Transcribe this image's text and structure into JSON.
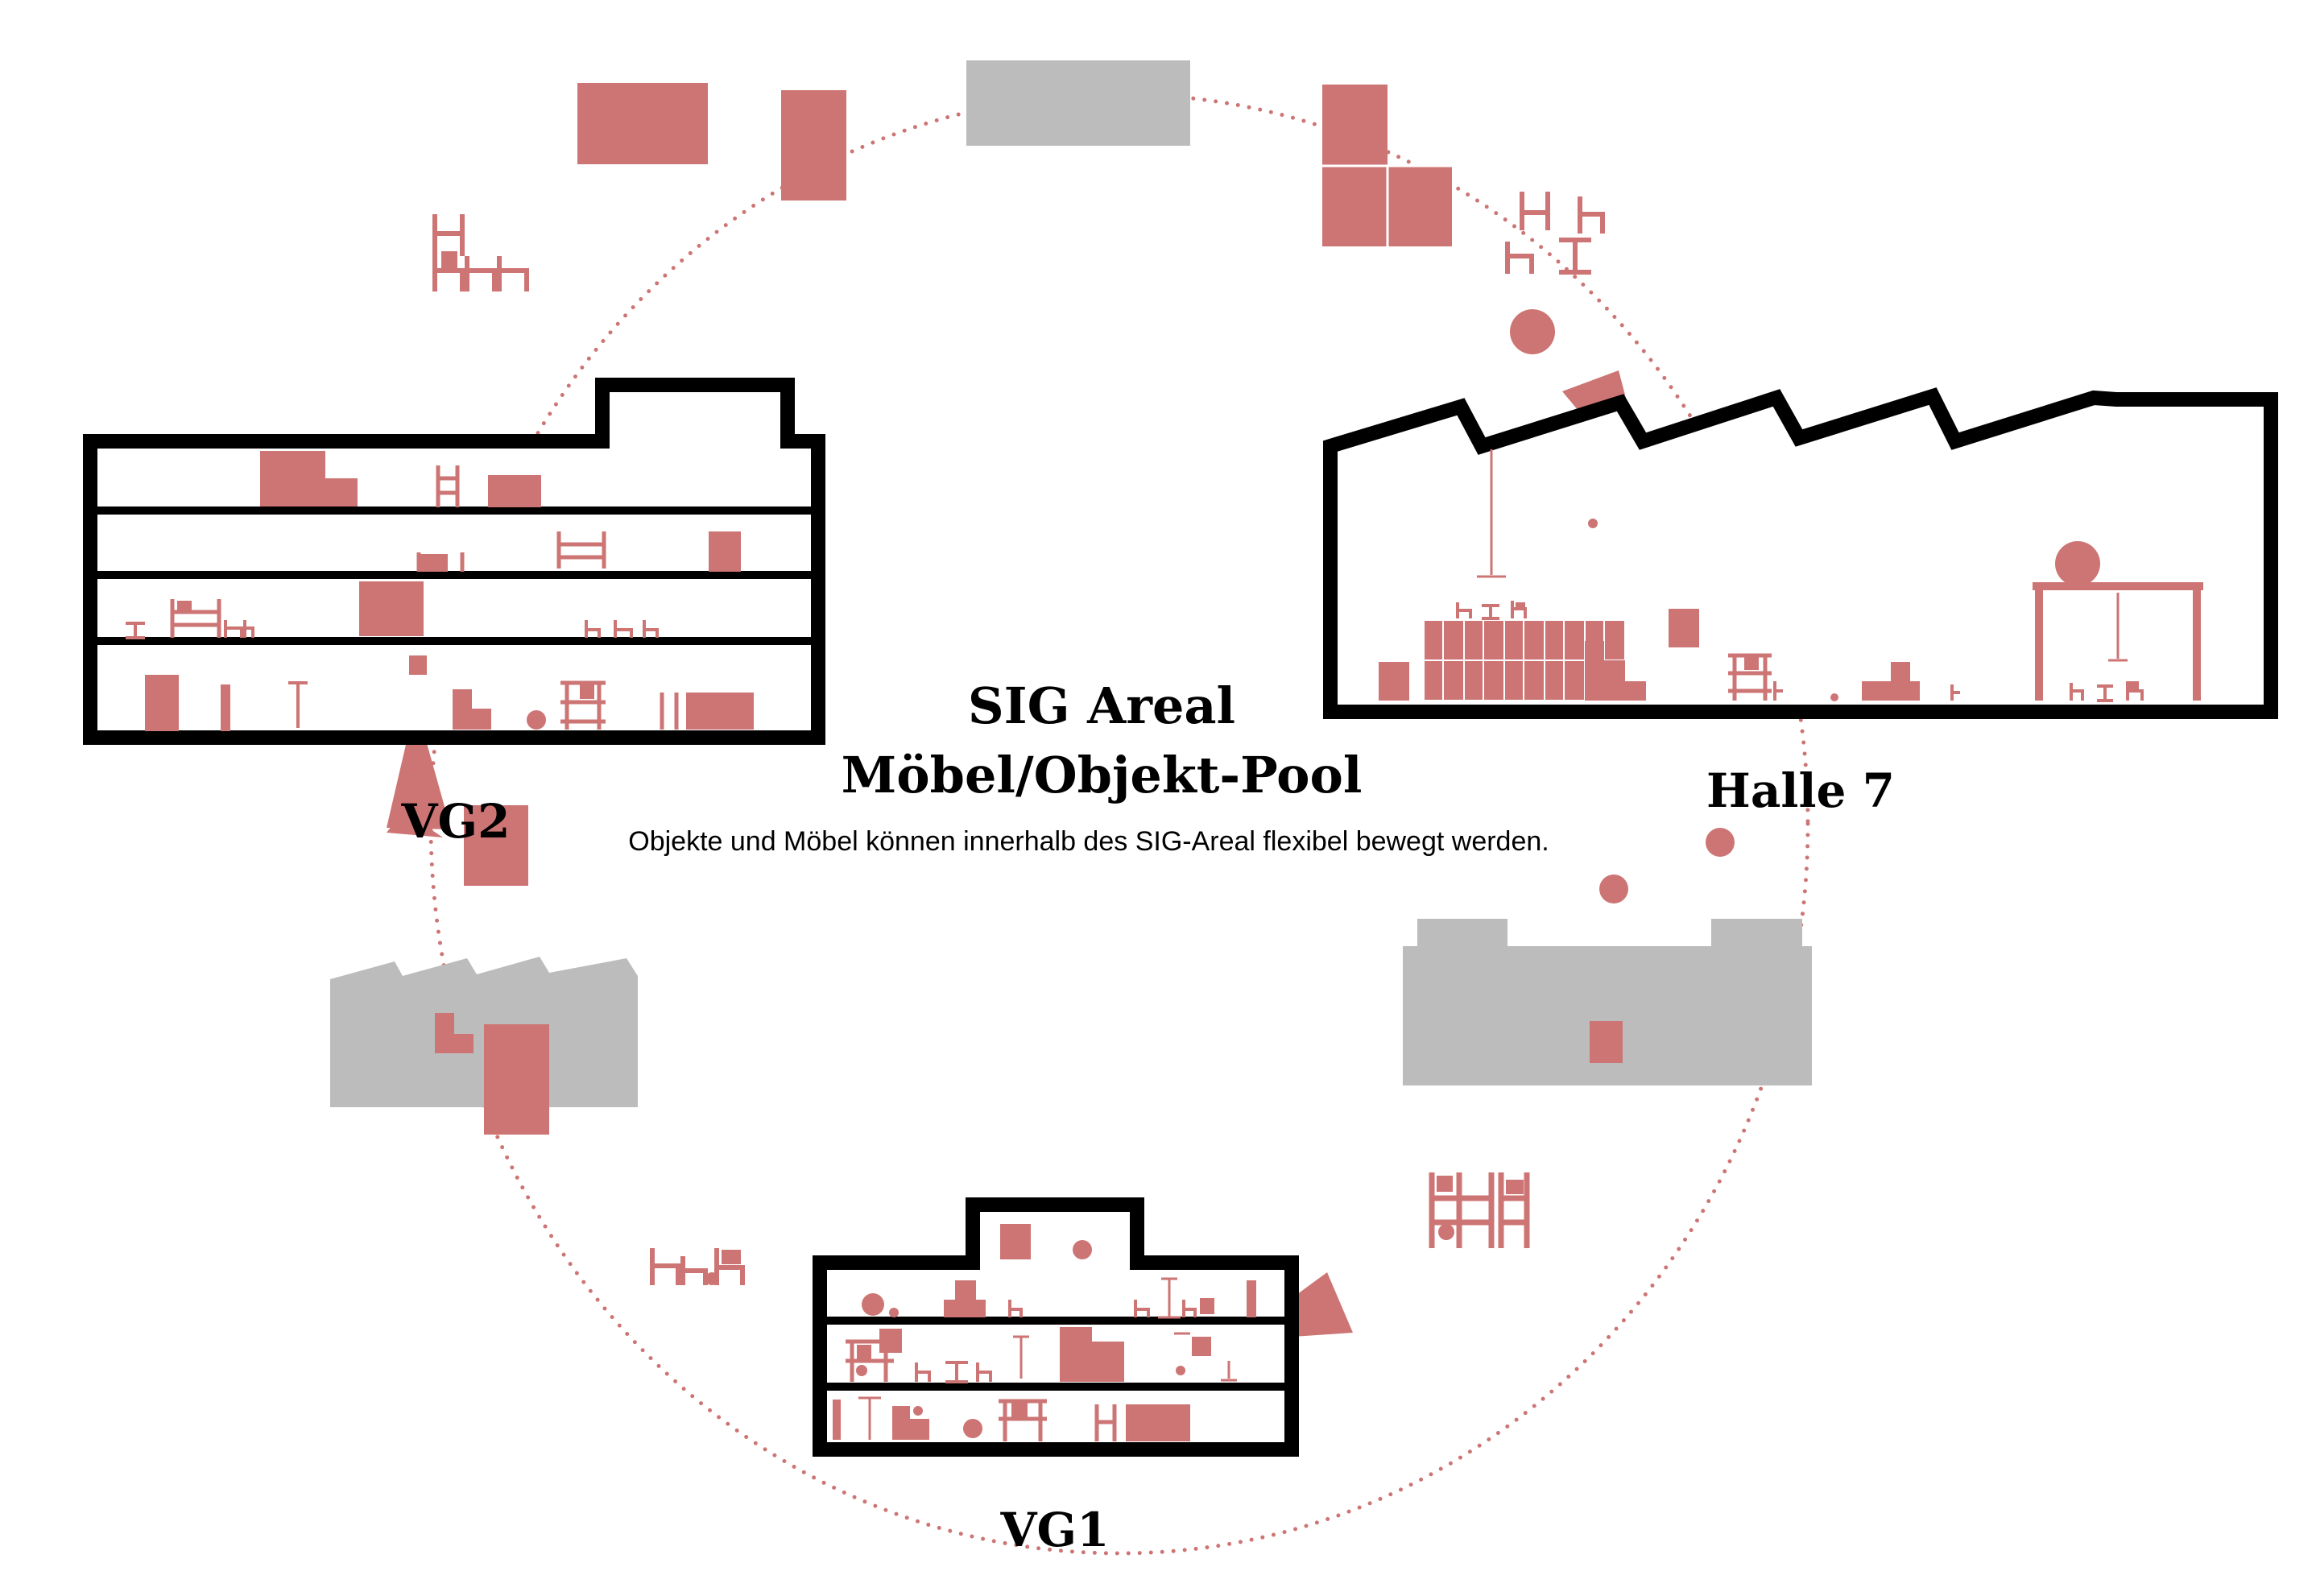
{
  "title": {
    "line1": "SIG Areal",
    "line2": "Möbel/Objekt-Pool"
  },
  "subtitle": "Objekte und Möbel können innerhalb des SIG-Areal flexibel bewegt werden.",
  "buildings": {
    "vg2": {
      "label": "VG2"
    },
    "halle7": {
      "label": "Halle 7"
    },
    "vg1": {
      "label": "VG1"
    }
  },
  "colors": {
    "accent": "#cd7574",
    "outline": "#000000",
    "ghost": "#bcbcbc",
    "background": "#ffffff"
  },
  "icons": {
    "chair": "chair-icon",
    "table": "table-icon",
    "shelf": "shelf-icon",
    "box": "box-icon",
    "ball": "ball-icon",
    "lamp": "pendant-lamp-icon",
    "arrow": "flow-arrow-icon"
  }
}
